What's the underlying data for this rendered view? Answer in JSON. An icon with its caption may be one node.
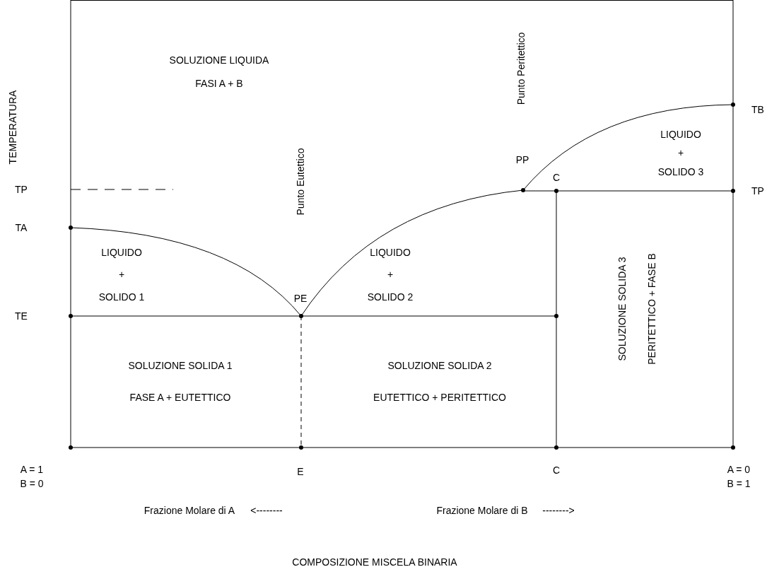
{
  "diagram": {
    "caption": "COMPOSIZIONE MISCELA BINARIA",
    "labels": [
      "TEMPERATURA",
      "SOLUZIONE LIQUIDA",
      "FASI A + B",
      "Punto Peritettico",
      "TB",
      "LIQUIDO",
      "+",
      "SOLIDO 3",
      "PP",
      "C",
      "TP",
      "TP",
      "Punto Eutettico",
      "TA",
      "LIQUIDO",
      "+",
      "SOLIDO 1",
      "PE",
      "LIQUIDO",
      "+",
      "SOLIDO 2",
      "SOLUZIONE SOLIDA 3",
      "PERITETTICO + FASE B",
      "TE",
      "SOLUZIONE SOLIDA 1",
      "FASE A + EUTETTICO",
      "SOLUZIONE SOLIDA 2",
      "EUTETTICO + PERITETTICO",
      "A = 1",
      "B = 0",
      "E",
      "C",
      "A = 0",
      "B = 1",
      "Frazione Molare di A",
      "<--------",
      "Frazione Molare di B",
      "-------->"
    ]
  }
}
